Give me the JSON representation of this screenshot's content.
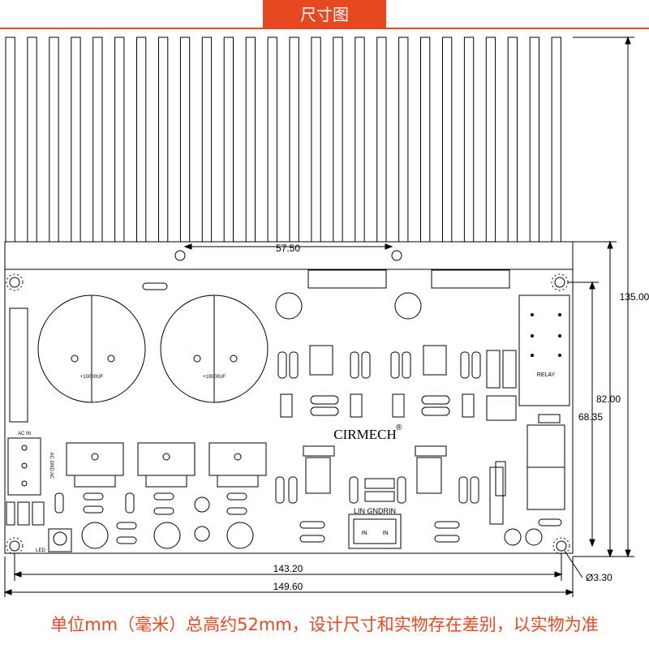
{
  "banner": {
    "title": "尺寸图"
  },
  "dimensions": {
    "heatsink_hole_spacing": "57.50",
    "total_height": "135.00",
    "board_height": "82.00",
    "hole_vertical_spacing": "68.35",
    "hole_horizontal_spacing": "143.20",
    "board_width": "149.60",
    "hole_diameter": "Ø3.30"
  },
  "board": {
    "brand": "CIRMECH",
    "registered": "®",
    "input_label": "LIN GNDRIN",
    "in_left": "IN",
    "in_right": "IN",
    "relay_label": "RELAY",
    "ac_in_label": "AC IN",
    "ac_terminals": "AC  GND  AC",
    "cap_label": "+10000UF",
    "cap_label_2": "+10000UF",
    "led_label": "LED"
  },
  "footer": {
    "note": "单位mm（毫米）总高约52mm，设计尺寸和实物存在差别，以实物为准"
  }
}
